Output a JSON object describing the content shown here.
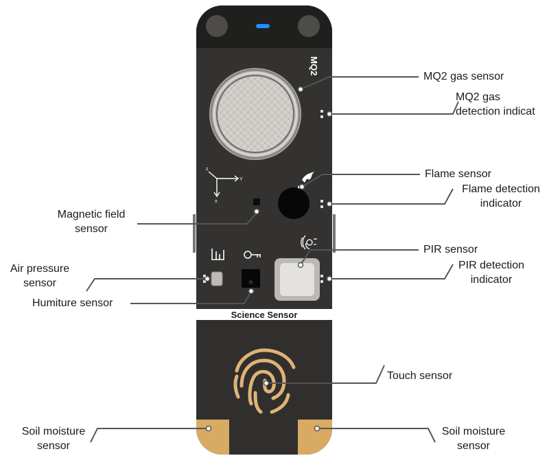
{
  "board": {
    "title": "Science Sensor",
    "mq2_label": "MQ2",
    "colors": {
      "pcb": "#333230",
      "pcb_dark": "#1f1f1e",
      "gold_pad": "#d8aa62",
      "fingerprint": "#e0b276",
      "led_blue": "#1e90ff",
      "callout_line": "#555555"
    }
  },
  "callouts": {
    "mq2_gas_sensor": "MQ2 gas sensor",
    "mq2_gas_indicator": "MQ2 gas\ndetection indicat",
    "flame_sensor": "Flame sensor",
    "flame_indicator": "Flame detection\nindicator",
    "magnetic_field_sensor": "Magnetic field\nsensor",
    "pir_sensor": "PIR sensor",
    "pir_indicator": "PIR detection\nindicator",
    "air_pressure_sensor": "Air pressure\nsensor",
    "humiture_sensor": "Humiture sensor",
    "touch_sensor": "Touch sensor",
    "soil_moisture_left": "Soil moisture\nsensor",
    "soil_moisture_right": "Soil moisture\nsensor"
  }
}
